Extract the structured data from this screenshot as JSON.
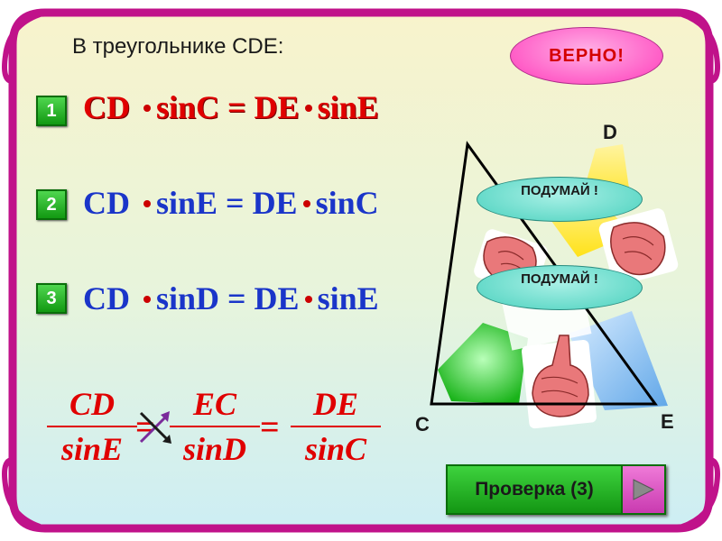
{
  "slide": {
    "title": "В треугольнике CDE:",
    "status_badge": "ВЕРНО!",
    "equations": [
      {
        "number": "1",
        "left": "CD",
        "left_fn": "sinC",
        "equals": "=",
        "right": "DE",
        "right_fn": "sinE"
      },
      {
        "number": "2",
        "left": "CD",
        "left_fn": "sinE",
        "equals": "=",
        "right": "DE",
        "right_fn": "sinC"
      },
      {
        "number": "3",
        "left": "CD",
        "left_fn": "sinD",
        "equals": "=",
        "right": "DE",
        "right_fn": "sinE"
      }
    ],
    "sine_law": {
      "fractions": [
        {
          "num": "CD",
          "den": "sinE"
        },
        {
          "num": "EC",
          "den": "sinD"
        },
        {
          "num": "DE",
          "den": "sinC"
        }
      ],
      "equals": "="
    },
    "hints": [
      {
        "text": "ПОДУМАЙ !"
      },
      {
        "text": "ПОДУМАЙ !"
      }
    ],
    "triangle": {
      "vertex_d": "D",
      "vertex_c": "C",
      "vertex_e": "E"
    },
    "check_button": {
      "label": "Проверка (3)"
    }
  },
  "colors": {
    "frame_magenta": "#c0128a",
    "background_top": "#f7f2c8",
    "background_bottom": "#d8f0f6",
    "equation_red": "#e00000",
    "equation_blue": "#1a35c9",
    "badge_green": "#22b222"
  },
  "icons": {
    "play_arrow": "triangle-right-icon",
    "cross_arrows": "swap-arrows-icon"
  }
}
